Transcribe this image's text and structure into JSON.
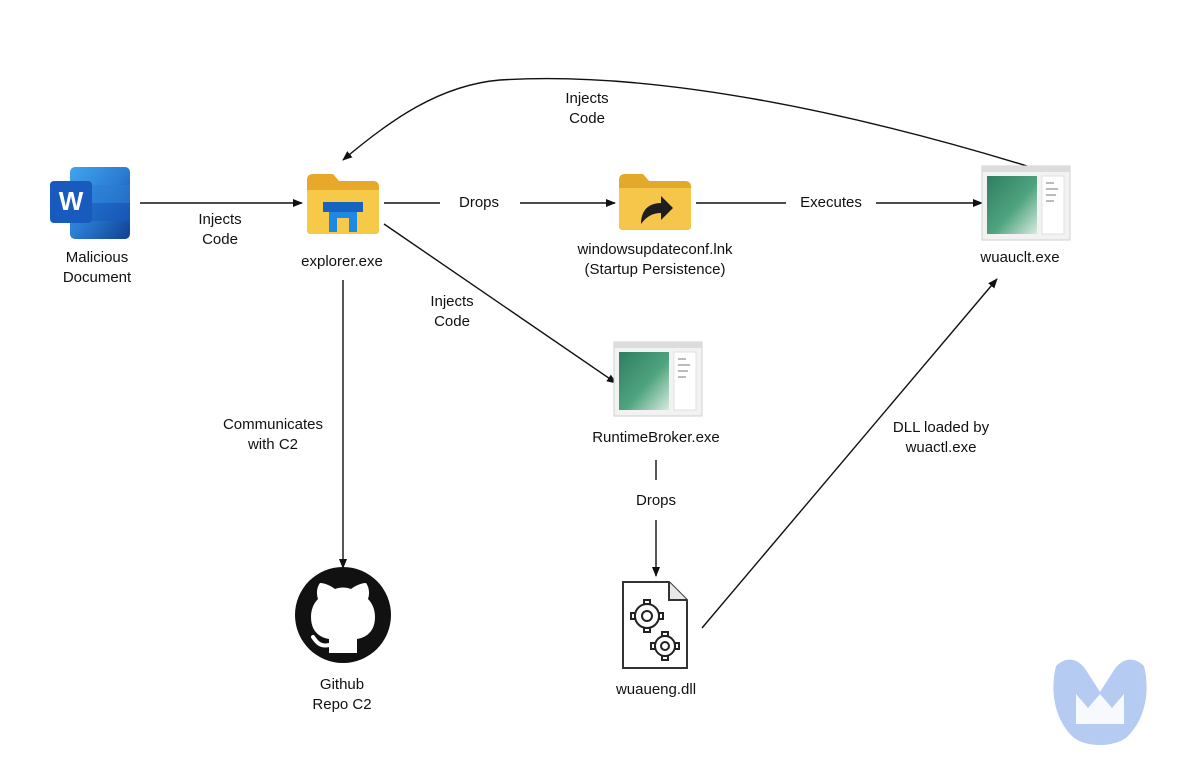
{
  "nodes": {
    "malicious_doc": {
      "line1": "Malicious",
      "line2": "Document"
    },
    "explorer": {
      "label": "explorer.exe"
    },
    "lnk": {
      "line1": "windowsupdateconf.lnk",
      "line2": "(Startup Persistence)"
    },
    "wuauclt": {
      "label": "wuauclt.exe"
    },
    "runtimebroker": {
      "label": "RuntimeBroker.exe"
    },
    "github": {
      "line1": "Github",
      "line2": "Repo C2"
    },
    "wuaueng": {
      "label": "wuaueng.dll"
    }
  },
  "edges": {
    "doc_to_explorer": {
      "line1": "Injects",
      "line2": "Code"
    },
    "explorer_to_lnk": {
      "label": "Drops"
    },
    "lnk_to_wuauclt": {
      "label": "Executes"
    },
    "wuauclt_to_explorer": {
      "line1": "Injects",
      "line2": "Code"
    },
    "explorer_to_runtimebroker": {
      "line1": "Injects",
      "line2": "Code"
    },
    "explorer_to_github": {
      "line1": "Communicates",
      "line2": "with C2"
    },
    "runtimebroker_to_dll": {
      "label": "Drops"
    },
    "dll_to_wuauclt": {
      "line1": "DLL loaded by",
      "line2": "wuactl.exe"
    }
  },
  "icons": {
    "word": "word-document-icon",
    "explorer": "file-explorer-icon",
    "lnk": "shortcut-folder-icon",
    "app_window": "application-window-icon",
    "github": "github-icon",
    "dll": "gear-document-icon",
    "watermark": "malwarebytes-logo-icon"
  },
  "colors": {
    "word_blue": "#185abd",
    "folder_yellow": "#f5c33b",
    "explorer_blue": "#1e88e5",
    "window_green": "#3f8f6b",
    "watermark_blue": "#a9c3f0"
  }
}
